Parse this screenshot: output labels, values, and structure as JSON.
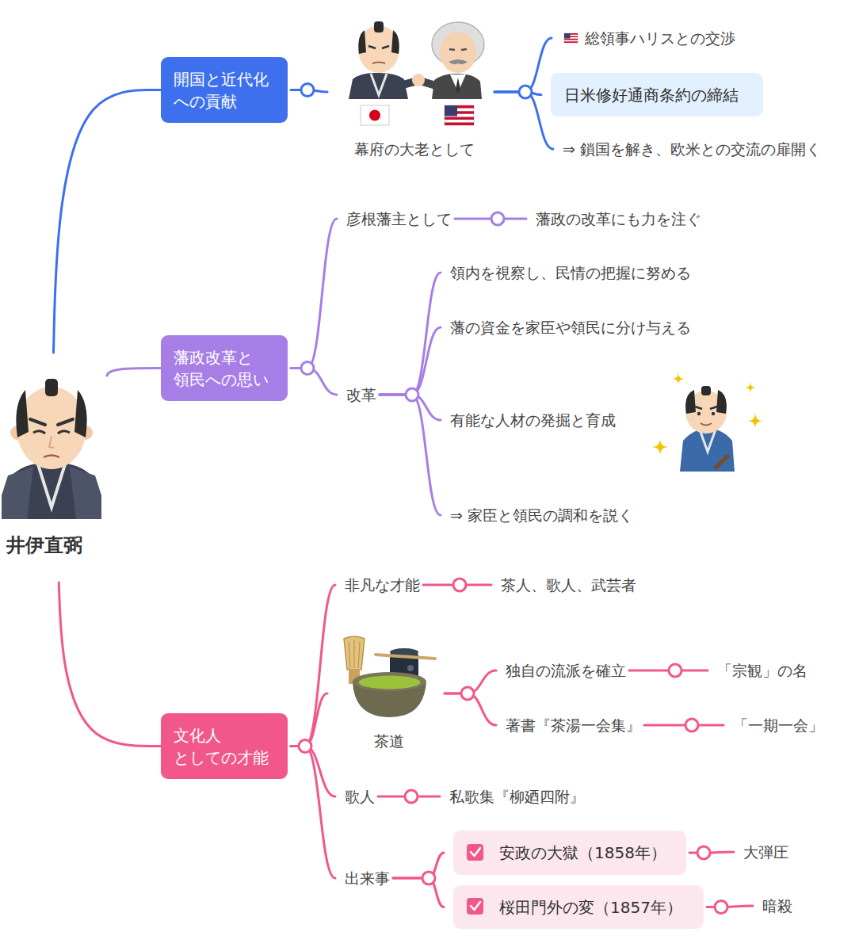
{
  "diagram": {
    "nodes": [
      {
        "text": [
          "井伊直弼"
        ]
      },
      {
        "text": [
          "開国と近代化 への貢献"
        ]
      },
      {
        "text": [
          "幕府の大老として"
        ]
      },
      {
        "text": [
          "総領事ハリスとの交渉"
        ]
      },
      {
        "text": [
          "日米修好通商条約の締結"
        ]
      },
      {
        "text": [
          "⇒ 鎖国を解き、欧米との交流の扉開く"
        ]
      },
      {
        "text": [
          "藩政改革と 領民への思い"
        ]
      },
      {
        "text": [
          "彦根藩主として"
        ]
      },
      {
        "text": [
          "藩政の改革にも力を注ぐ"
        ]
      },
      {
        "text": [
          "改革"
        ]
      },
      {
        "text": [
          "領内を視察し、民情の把握に努める"
        ]
      },
      {
        "text": [
          "藩の資金を家臣や領民に分け与える"
        ]
      },
      {
        "text": [
          "有能な人材の発掘と育成"
        ]
      },
      {
        "text": [
          "⇒ 家臣と領民の調和を説く"
        ]
      },
      {
        "text": [
          "文化人 としての才能"
        ]
      },
      {
        "text": [
          "非凡な才能"
        ]
      },
      {
        "text": [
          "茶人、歌人、武芸者"
        ]
      },
      {
        "text": [
          "茶道"
        ]
      },
      {
        "text": [
          "独自の流派を確立"
        ]
      },
      {
        "text": [
          "「宗観」の名"
        ]
      },
      {
        "text": [
          "著書『茶湯一会集』"
        ]
      },
      {
        "text": [
          "「一期一会」"
        ]
      },
      {
        "text": [
          "歌人"
        ]
      },
      {
        "text": [
          "私歌集『柳廼四附』"
        ]
      },
      {
        "text": [
          "出来事"
        ]
      },
      {
        "text": [
          "安政の大獄（1858年）"
        ]
      },
      {
        "text": [
          "大弾圧"
        ]
      },
      {
        "text": [
          "桜田門外の変（1857年）"
        ]
      },
      {
        "text": [
          "暗殺"
        ]
      }
    ],
    "edges": [
      {
        "from": 0,
        "to": 1,
        "arrow": "none"
      },
      {
        "from": 1,
        "to": 2,
        "arrow": "none"
      },
      {
        "from": 2,
        "to": 3,
        "arrow": "none"
      },
      {
        "from": 2,
        "to": 4,
        "arrow": "none"
      },
      {
        "from": 2,
        "to": 5,
        "arrow": "none"
      },
      {
        "from": 0,
        "to": 6,
        "arrow": "none"
      },
      {
        "from": 6,
        "to": 7,
        "arrow": "none"
      },
      {
        "from": 7,
        "to": 8,
        "arrow": "none"
      },
      {
        "from": 6,
        "to": 9,
        "arrow": "none"
      },
      {
        "from": 9,
        "to": 10,
        "arrow": "none"
      },
      {
        "from": 9,
        "to": 11,
        "arrow": "none"
      },
      {
        "from": 9,
        "to": 12,
        "arrow": "none"
      },
      {
        "from": 9,
        "to": 13,
        "arrow": "none"
      },
      {
        "from": 0,
        "to": 14,
        "arrow": "none"
      },
      {
        "from": 14,
        "to": 15,
        "arrow": "none"
      },
      {
        "from": 15,
        "to": 16,
        "arrow": "none"
      },
      {
        "from": 14,
        "to": 17,
        "arrow": "none"
      },
      {
        "from": 17,
        "to": 18,
        "arrow": "none"
      },
      {
        "from": 18,
        "to": 19,
        "arrow": "none"
      },
      {
        "from": 17,
        "to": 20,
        "arrow": "none"
      },
      {
        "from": 20,
        "to": 21,
        "arrow": "none"
      },
      {
        "from": 14,
        "to": 22,
        "arrow": "none"
      },
      {
        "from": 22,
        "to": 23,
        "arrow": "none"
      },
      {
        "from": 14,
        "to": 24,
        "arrow": "none"
      },
      {
        "from": 24,
        "to": 25,
        "arrow": "none"
      },
      {
        "from": 25,
        "to": 26,
        "arrow": "none"
      },
      {
        "from": 24,
        "to": 27,
        "arrow": "none"
      },
      {
        "from": 27,
        "to": 28,
        "arrow": "none"
      }
    ]
  }
}
